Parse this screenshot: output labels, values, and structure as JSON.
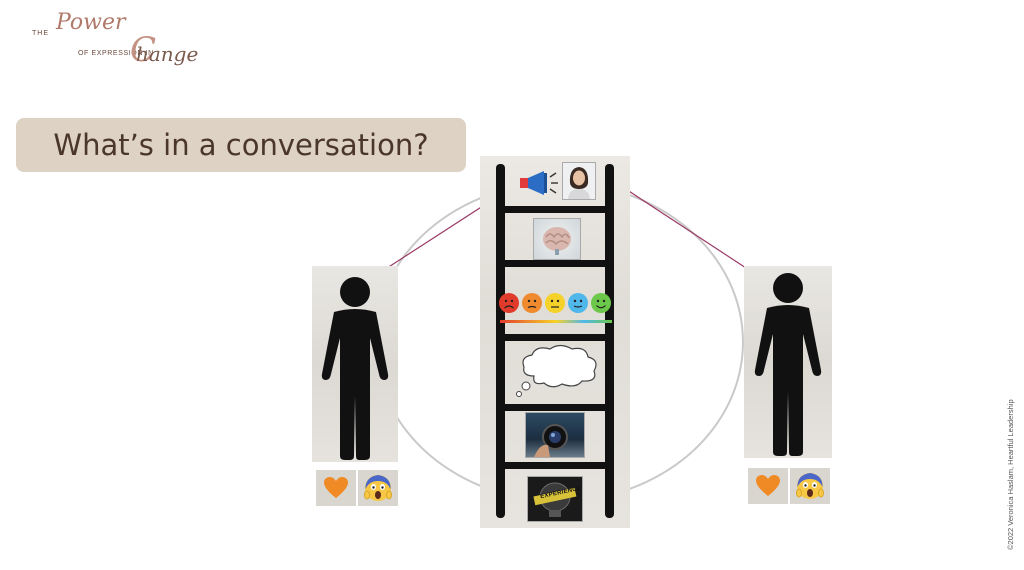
{
  "logo": {
    "the": "THE",
    "power": "Power",
    "expression": "OF EXPRESSION IN",
    "change_initial": "C",
    "change": "hange"
  },
  "title": "What’s in a conversation?",
  "copyright": "©2022 Veronica Haslam, Heartful Leadership",
  "ladder": {
    "rungs": [
      "speaker-megaphone-and-portrait",
      "brain",
      "emotion-scale",
      "thought-bubble",
      "camera-lens",
      "experience-bulb"
    ],
    "emotion_faces": [
      "#e03b2b",
      "#ef8a2e",
      "#f5d22a",
      "#4fb7ea",
      "#6cc84a"
    ],
    "experience_label": "EXPERIENCE"
  },
  "icons": {
    "heart": "heart-icon",
    "scream": "screaming-face-icon"
  },
  "colors": {
    "title_bg": "#ddd2c3",
    "title_text": "#4b362d",
    "connector": "#9b3a66",
    "heart": "#f08a24"
  }
}
